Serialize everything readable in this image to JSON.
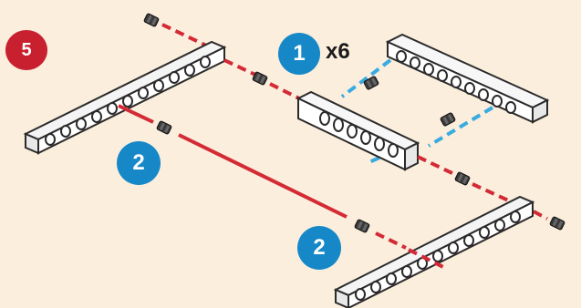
{
  "step": {
    "number": "5",
    "color": "#c8202f"
  },
  "callouts": [
    {
      "label": "1",
      "quantity": "x6",
      "color": "#1688c8"
    },
    {
      "label": "2",
      "color": "#1688c8"
    },
    {
      "label": "2",
      "color": "#1688c8"
    }
  ],
  "colors": {
    "background": "#fbeedd",
    "red_path": "#d42a35",
    "blue_path": "#38ace0",
    "beam_fill": "#ffffff",
    "beam_outline": "#2a2a2a",
    "peg": "#3a3a3a"
  },
  "parts": {
    "beams": [
      "long-beam-left",
      "long-beam-right",
      "short-beam-top",
      "short-beam-middle"
    ],
    "connectors": "black-friction-peg"
  }
}
